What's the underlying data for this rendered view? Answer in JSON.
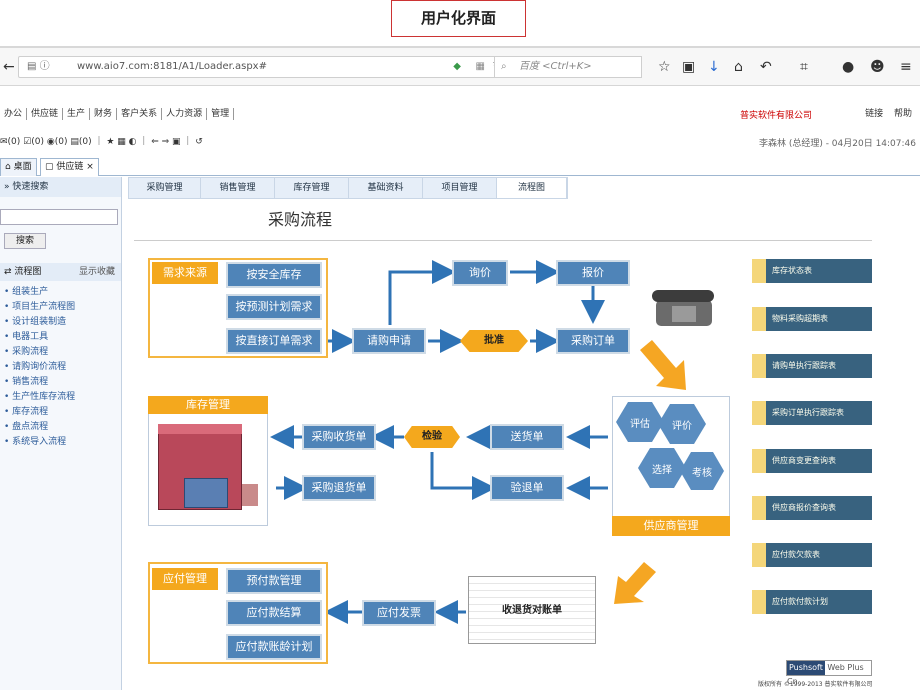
{
  "caption": "用户化界面",
  "browser": {
    "url": "www.aio7.com:8181/A1/Loader.aspx#",
    "search_placeholder": "百度 <Ctrl+K>"
  },
  "menu": {
    "items": [
      "办公",
      "供应链",
      "生产",
      "财务",
      "客户关系",
      "人力资源",
      "管理"
    ],
    "company": "普实软件有限公司",
    "link_label": "链接",
    "help_label": "帮助"
  },
  "icon_counts": [
    "(0)",
    "(0)",
    "(0)",
    "(0)"
  ],
  "user_info": "李森林 (总经理) - 04月20日 14:07:46",
  "tabs": [
    "桌面",
    "供应链"
  ],
  "sidebar": {
    "quick_search": "快速搜索",
    "search_button": "搜索",
    "flow_header": "流程图",
    "show_fav": "显示收藏",
    "items": [
      "组装生产",
      "项目生产流程图",
      "设计组装制造",
      "电器工具",
      "采购流程",
      "请购询价流程",
      "销售流程",
      "生产性库存流程",
      "库存流程",
      "盘点流程",
      "系统导入流程"
    ]
  },
  "module_tabs": [
    "采购管理",
    "销售管理",
    "库存管理",
    "基础资料",
    "项目管理",
    "流程图"
  ],
  "page_title": "采购流程",
  "diagram": {
    "demand_source": "需求来源",
    "demand_items": [
      "按安全库存",
      "按预测计划需求",
      "按直接订单需求"
    ],
    "purchase_request": "请购申请",
    "approve": "批准",
    "inquiry": "询价",
    "quote": "报价",
    "purchase_order": "采购订单",
    "inventory_mgmt": "库存管理",
    "inspect": "检验",
    "receipt": "采购收货单",
    "return": "采购退货单",
    "delivery": "送货单",
    "return_slip": "验退单",
    "supplier_mgmt": "供应商管理",
    "hex_labels": [
      "评估",
      "评价",
      "选择",
      "考核"
    ],
    "payable_mgmt": "应付管理",
    "payable_items": [
      "预付款管理",
      "应付款结算",
      "应付款账龄计划"
    ],
    "invoice": "应付发票",
    "statement": "收退货对账单",
    "right_links": [
      "库存状态表",
      "物料采购超期表",
      "请购单执行跟踪表",
      "采购订单执行跟踪表",
      "供应商变更查询表",
      "供应商报价查询表",
      "应付款欠款表",
      "应付款付款计划"
    ]
  },
  "brand": {
    "logo": "Pushsoft",
    "product": "Web Plus Cn",
    "copyright": "版权所有 ©1999-2013 普实软件有限公司"
  }
}
